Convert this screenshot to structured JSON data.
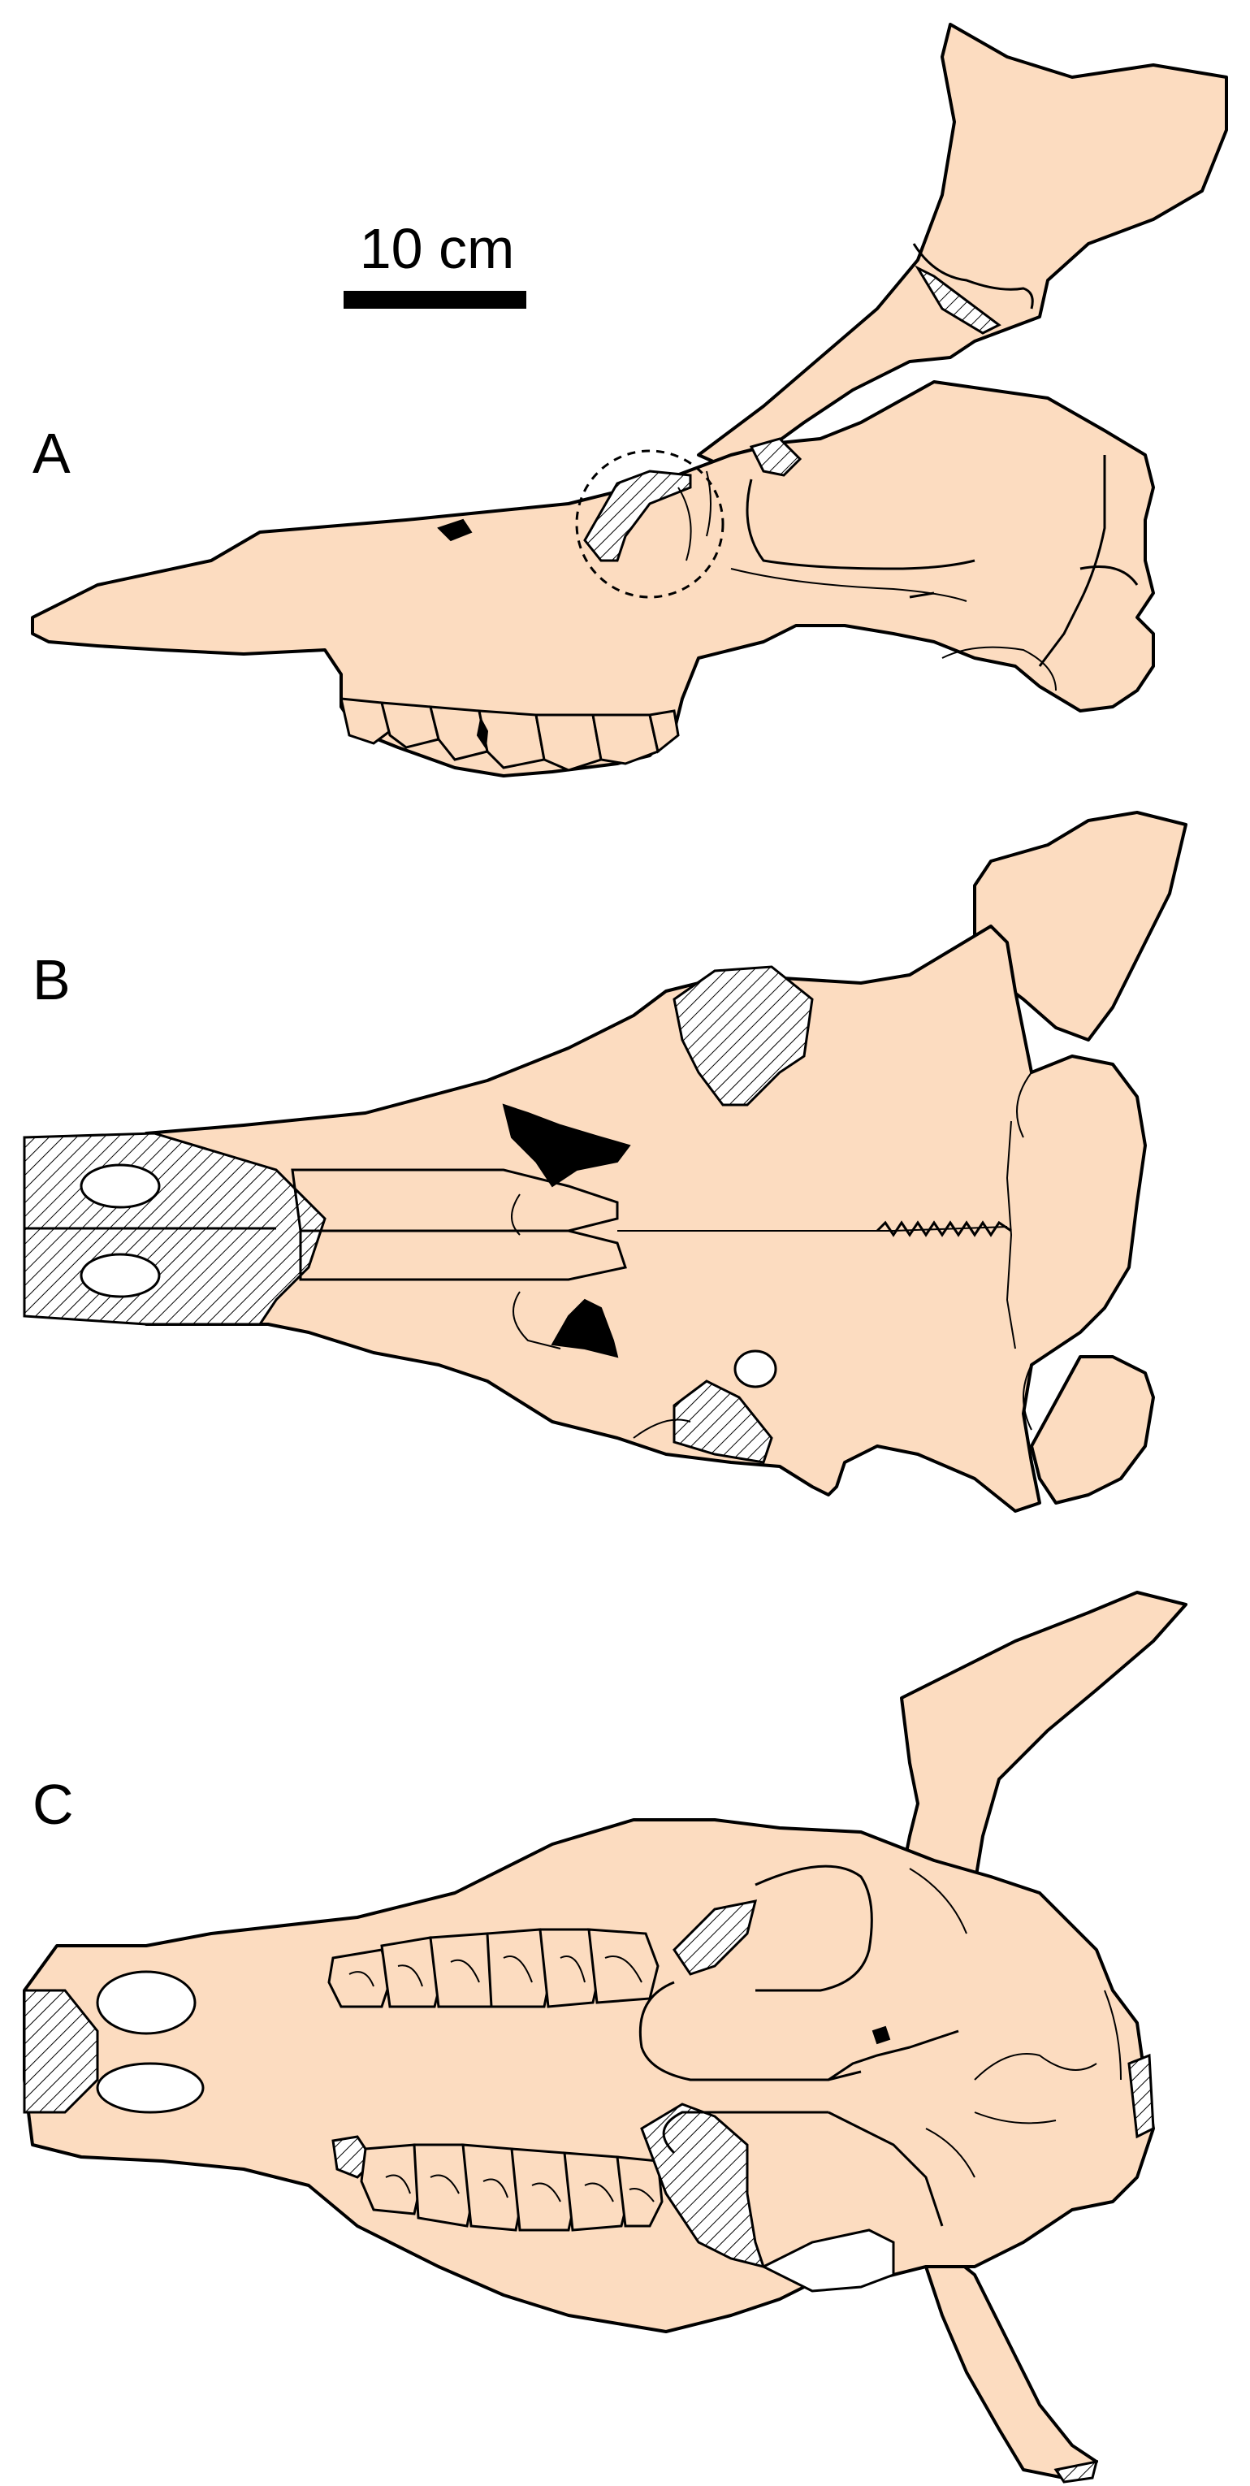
{
  "scale_bar": {
    "label": "10 cm"
  },
  "panels": [
    {
      "letter": "A",
      "view": "lateral"
    },
    {
      "letter": "B",
      "view": "dorsal"
    },
    {
      "letter": "C",
      "view": "ventral"
    }
  ],
  "colors": {
    "bone_fill": "#fcdcc0",
    "outline": "#000000",
    "hatching": "#000000",
    "background": "#ffffff"
  }
}
